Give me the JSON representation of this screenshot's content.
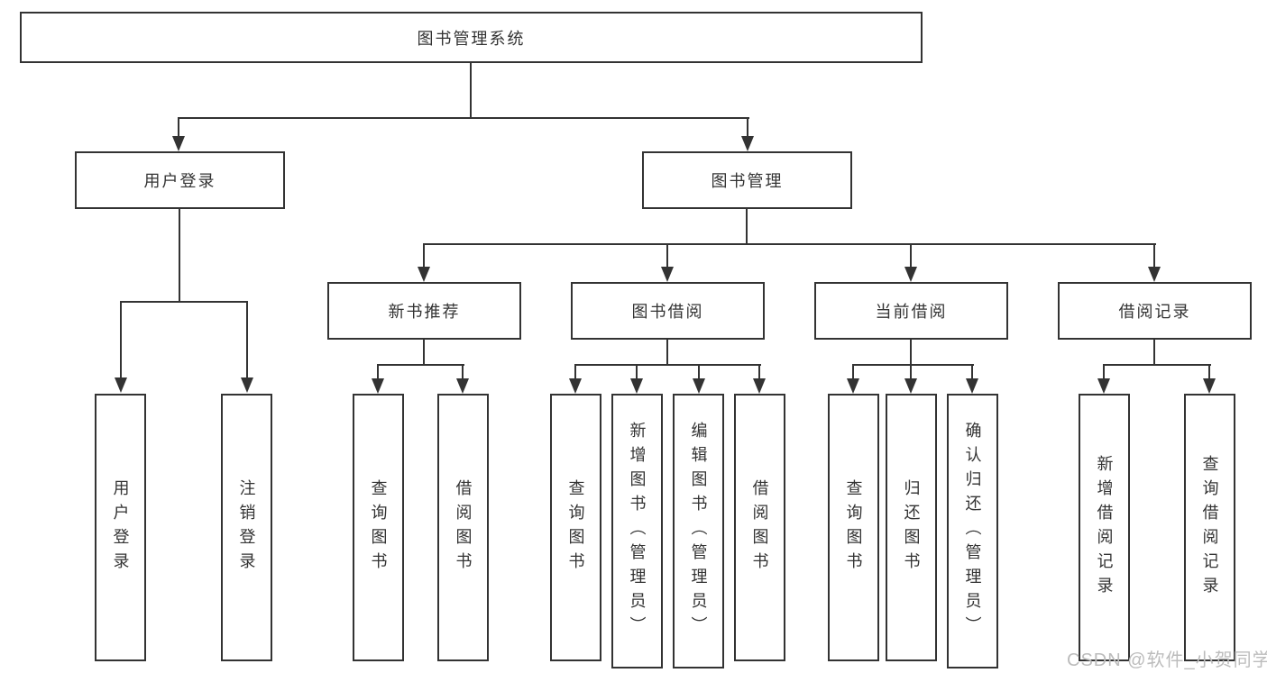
{
  "diagram": {
    "title": "图书管理系统",
    "root": {
      "label": "图书管理系统"
    },
    "level2": [
      {
        "id": "user-login",
        "label": "用户登录",
        "children": [
          {
            "label": "用户登录"
          },
          {
            "label": "注销登录"
          }
        ]
      },
      {
        "id": "book-management",
        "label": "图书管理",
        "modules": [
          {
            "id": "new-book-recommend",
            "label": "新书推荐",
            "children": [
              {
                "label": "查询图书"
              },
              {
                "label": "借阅图书"
              }
            ]
          },
          {
            "id": "book-borrow",
            "label": "图书借阅",
            "children": [
              {
                "label": "查询图书"
              },
              {
                "label": "新增图书（管理员）"
              },
              {
                "label": "编辑图书（管理员）"
              },
              {
                "label": "借阅图书"
              }
            ]
          },
          {
            "id": "current-borrow",
            "label": "当前借阅",
            "children": [
              {
                "label": "查询图书"
              },
              {
                "label": "归还图书"
              },
              {
                "label": "确认归还（管理员）"
              }
            ]
          },
          {
            "id": "borrow-records",
            "label": "借阅记录",
            "children": [
              {
                "label": "新增借阅记录"
              },
              {
                "label": "查询借阅记录"
              }
            ]
          }
        ]
      }
    ]
  },
  "watermark": {
    "text": "CSDN @软件_小贺同学"
  },
  "colors": {
    "line": "#333333",
    "box_border": "#333333",
    "text": "#333333",
    "watermark": "#bcbcbc",
    "background": "#ffffff"
  }
}
